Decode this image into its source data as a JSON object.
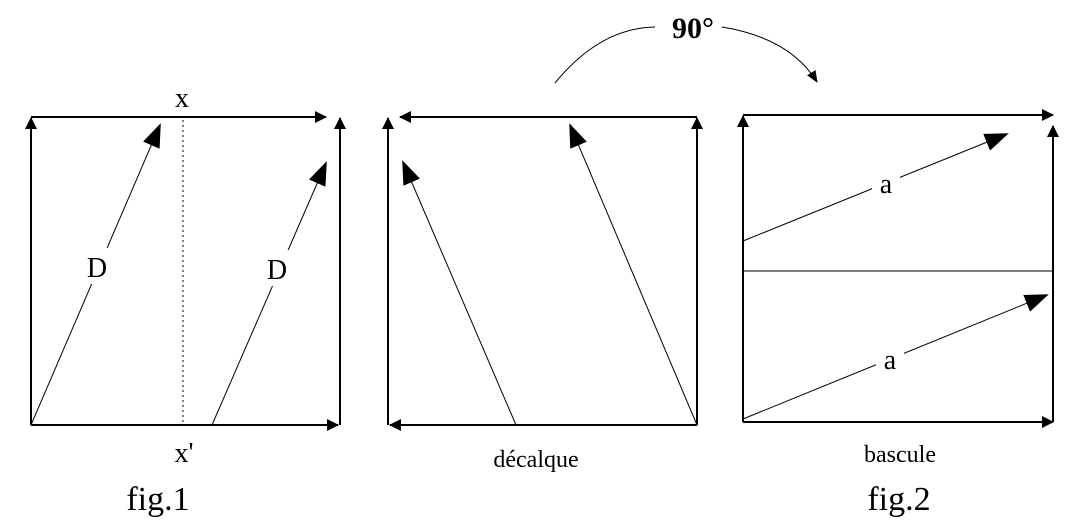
{
  "figure1": {
    "caption": "fig.1",
    "axis_top_label": "x",
    "axis_bottom_label": "x'",
    "line_label_left": "D",
    "line_label_right": "D"
  },
  "middle_panel": {
    "caption": "décalque"
  },
  "figure2": {
    "caption": "fig.2",
    "panel_label": "bascule",
    "line_label_top": "a",
    "line_label_bottom": "a"
  },
  "rotation": {
    "angle_label": "90°"
  }
}
